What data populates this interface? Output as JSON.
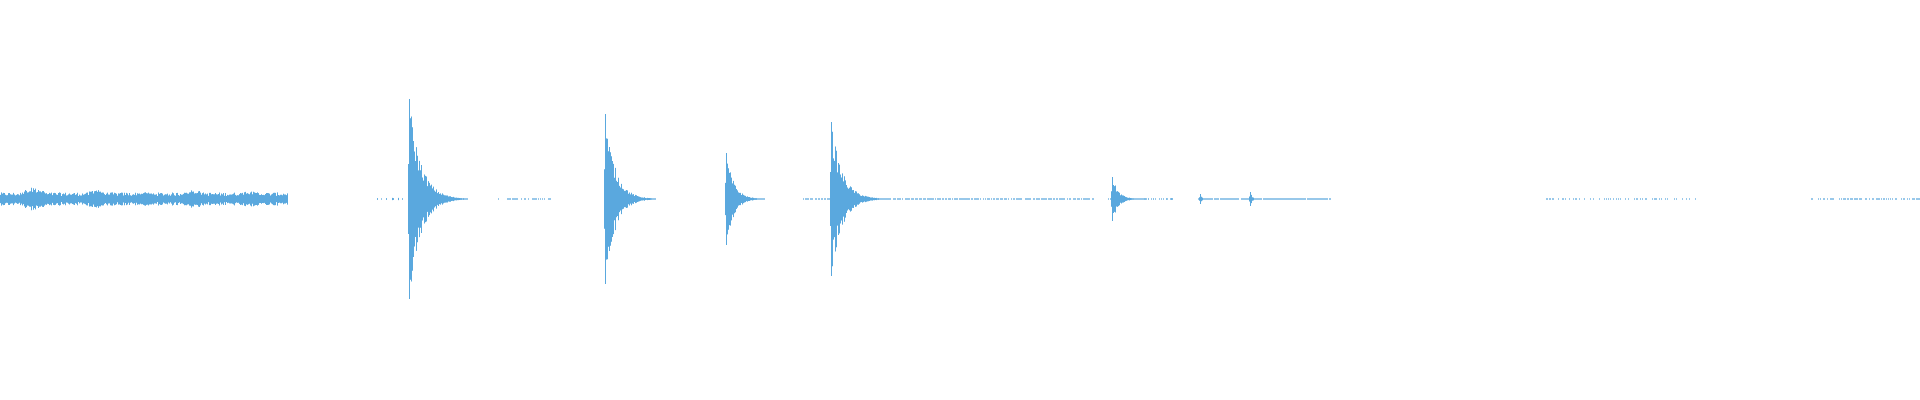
{
  "waveform": {
    "color": "#5aa8de",
    "background": "#ffffff",
    "segments": [
      {
        "kind": "noise",
        "start": 0.0,
        "end": 0.15,
        "amplitude": 0.06,
        "density": 1.0
      },
      {
        "kind": "noise",
        "start": 0.196,
        "end": 0.241,
        "amplitude": 0.01,
        "density": 0.3
      },
      {
        "kind": "noise",
        "start": 0.258,
        "end": 0.288,
        "amplitude": 0.005,
        "density": 0.5
      },
      {
        "kind": "noise",
        "start": 0.418,
        "end": 0.57,
        "amplitude": 0.004,
        "density": 0.7
      },
      {
        "kind": "noise",
        "start": 0.576,
        "end": 0.612,
        "amplitude": 0.008,
        "density": 0.4
      },
      {
        "kind": "noise",
        "start": 0.624,
        "end": 0.693,
        "amplitude": 0.005,
        "density": 0.9
      },
      {
        "kind": "noise",
        "start": 0.803,
        "end": 0.884,
        "amplitude": 0.004,
        "density": 0.3
      },
      {
        "kind": "noise",
        "start": 0.941,
        "end": 1.0,
        "amplitude": 0.004,
        "density": 0.5
      }
    ],
    "bursts": [
      {
        "pos": 0.017,
        "amp": 0.12
      },
      {
        "pos": 0.05,
        "amp": 0.09
      },
      {
        "pos": 0.075,
        "amp": 0.07
      },
      {
        "pos": 0.101,
        "amp": 0.09
      },
      {
        "pos": 0.13,
        "amp": 0.08
      }
    ],
    "transients": [
      {
        "pos": 0.213,
        "amp": 1.0,
        "decay": 0.03
      },
      {
        "pos": 0.315,
        "amp": 0.85,
        "decay": 0.026
      },
      {
        "pos": 0.378,
        "amp": 0.46,
        "decay": 0.02
      },
      {
        "pos": 0.433,
        "amp": 0.77,
        "decay": 0.028
      },
      {
        "pos": 0.579,
        "amp": 0.22,
        "decay": 0.016
      },
      {
        "pos": 0.625,
        "amp": 0.05,
        "decay": 0.004
      },
      {
        "pos": 0.651,
        "amp": 0.07,
        "decay": 0.005
      }
    ]
  }
}
